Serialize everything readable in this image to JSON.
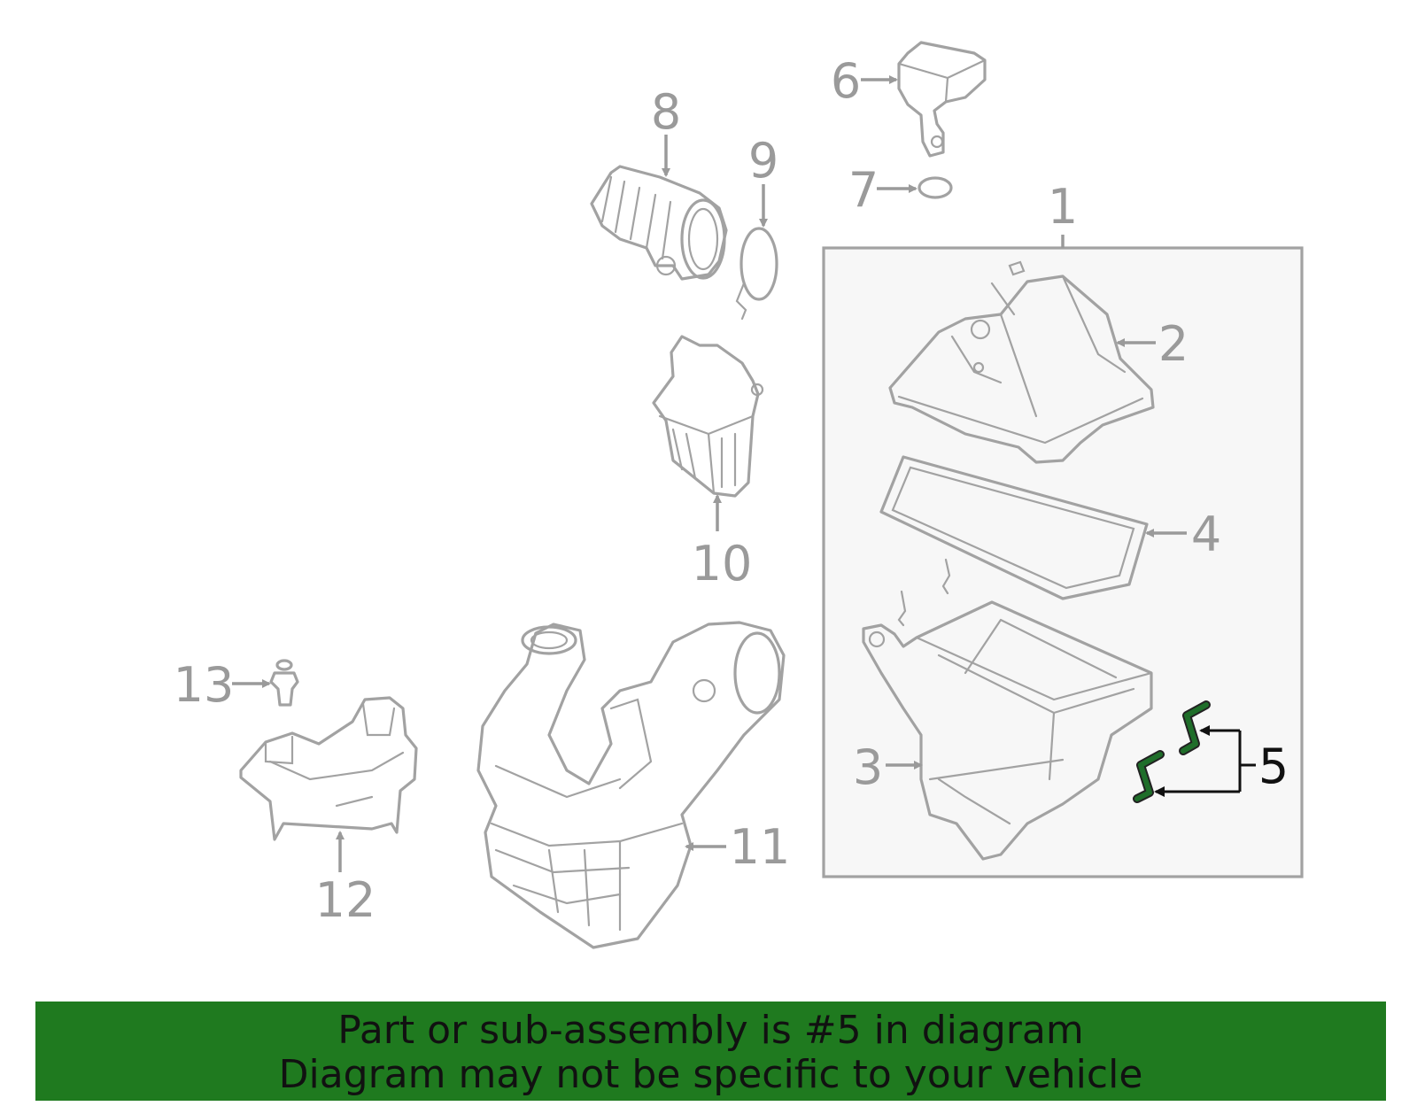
{
  "callouts": [
    "1",
    "2",
    "3",
    "4",
    "5",
    "6",
    "7",
    "8",
    "9",
    "10",
    "11",
    "12",
    "13"
  ],
  "highlight_callout": "5",
  "colors": {
    "parts": "#a2a2a2",
    "labels": "#9a9a9a",
    "highlight_part": "#1f6e2a",
    "banner": "#1f7a1f",
    "box_fill": "#f7f7f7"
  },
  "banner": {
    "line1": "Part or sub-assembly is #5 in diagram",
    "line2": "Diagram may not be specific to your vehicle"
  }
}
